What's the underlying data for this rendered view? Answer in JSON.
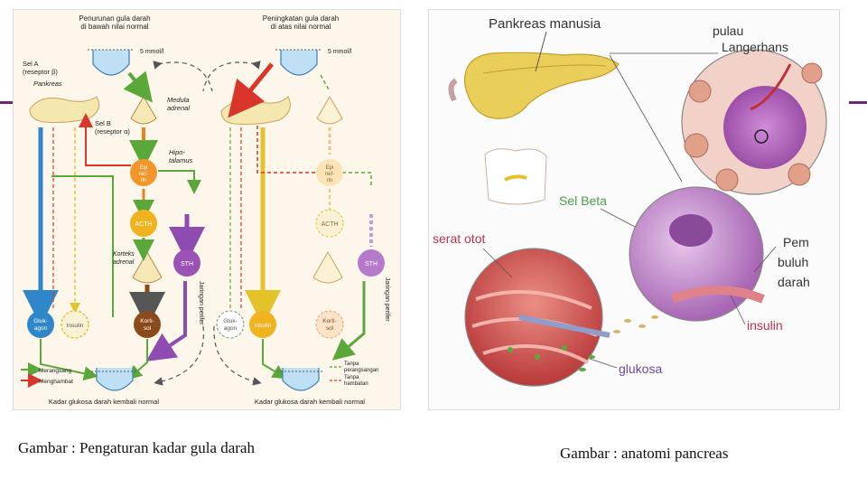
{
  "left": {
    "top_left": [
      "Penurunan gula darah",
      "di bawah nilai normal"
    ],
    "top_right": [
      "Peningkatan gula darah",
      "di atas nilai normal"
    ],
    "mmol_left": "5 mmol/l",
    "mmol_right": "5 mmol/l",
    "sel_a": [
      "Sel A",
      "(reseptor β)"
    ],
    "pankreas": "Pankreas",
    "sel_b": [
      "Sel B",
      "(reseptor α)"
    ],
    "medula": [
      "Medula",
      "adrenal"
    ],
    "hipotalamus": [
      "Hipo-",
      "talamus"
    ],
    "epinefrin": [
      "Epi",
      "nef-",
      "rin"
    ],
    "acth": "ACTH",
    "korteks": [
      "Korteks",
      "adrenal"
    ],
    "sth": "STH",
    "jaringan": "Jaringan perifer",
    "glukagon": [
      "Gluk-",
      "agon"
    ],
    "insulin": "Insulin",
    "kortisol": [
      "Korti-",
      "sol"
    ],
    "bottom_left": "Kadar glukosa darah kembali normal",
    "bottom_right": "Kadar glukosa darah kembali normal",
    "legend_left": [
      "Merangsang",
      "Menghambat"
    ],
    "legend_right": [
      "Tanpa",
      "perangsangan",
      "Tanpa",
      "hambatan"
    ]
  },
  "right": {
    "pankreas_manusia": "Pankreas manusia",
    "pulau": [
      "pulau",
      "Langerhans"
    ],
    "sel_beta": "Sel Beta",
    "serat_otot": "serat otot",
    "pembuluh": [
      "Pem",
      "buluh",
      "darah"
    ],
    "insulin": "insulin",
    "glukosa": "glukosa"
  },
  "captions": {
    "left": "Gambar : Pengaturan kadar gula darah",
    "right": "Gambar  : anatomi pancreas"
  },
  "colors": {
    "accent": "#6b2a6b",
    "green": "#5aa83a",
    "red": "#d9352b",
    "blue": "#2f86c9",
    "orange": "#e8841e",
    "purple": "#8e4bb0",
    "yellow": "#f1d23b",
    "brown": "#8a4a1c"
  }
}
